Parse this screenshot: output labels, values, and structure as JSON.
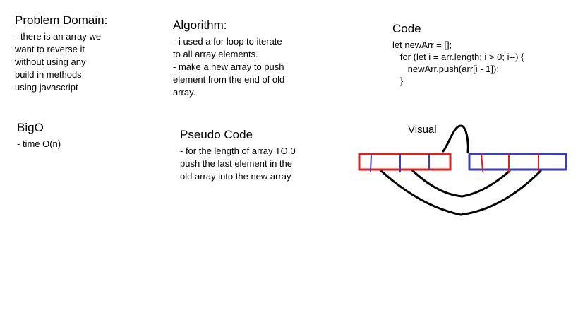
{
  "problem_domain": {
    "title": "Problem Domain:",
    "lines": [
      "- there is an array we",
      "want to reverse it",
      "without using any",
      "build in methods",
      "using javascript"
    ]
  },
  "algorithm": {
    "title": "Algorithm:",
    "lines": [
      "- i used a for loop to iterate",
      "to all array elements.",
      "- make a new array to push",
      "element from the end of old",
      "array."
    ]
  },
  "code": {
    "title": "Code",
    "lines": [
      "let newArr = [];",
      "   for (let i = arr.length; i > 0; i--) {",
      "      newArr.push(arr[i - 1]);",
      "   }"
    ]
  },
  "bigo": {
    "title": "BigO",
    "lines": [
      "- time O(n)"
    ]
  },
  "pseudo_code": {
    "title": "Pseudo Code",
    "lines": [
      "- for the length of array TO 0",
      "push the last element in the",
      "old array into the new array"
    ]
  },
  "visual": {
    "title": "Visual",
    "colors": {
      "red": "#e0201f",
      "blue": "#3d3dbb",
      "black": "#000000"
    }
  }
}
